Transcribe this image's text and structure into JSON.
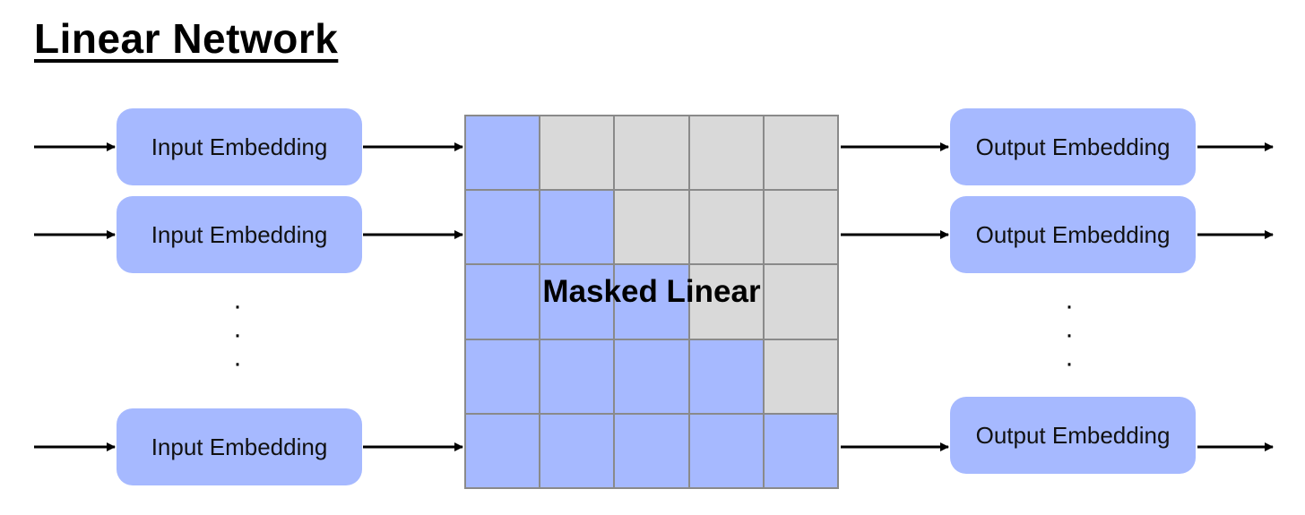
{
  "title": "Linear Network",
  "inputs": [
    "Input Embedding",
    "Input Embedding",
    "Input Embedding"
  ],
  "outputs": [
    "Output Embedding",
    "Output Embedding",
    "Output Embedding"
  ],
  "ellipsis": [
    "·",
    "·",
    "·"
  ],
  "matrix": {
    "label": "Masked Linear",
    "size": 5,
    "mask": "lower-triangular",
    "colors": {
      "active": "#a6b9ff",
      "masked": "#d9d9d9"
    }
  }
}
